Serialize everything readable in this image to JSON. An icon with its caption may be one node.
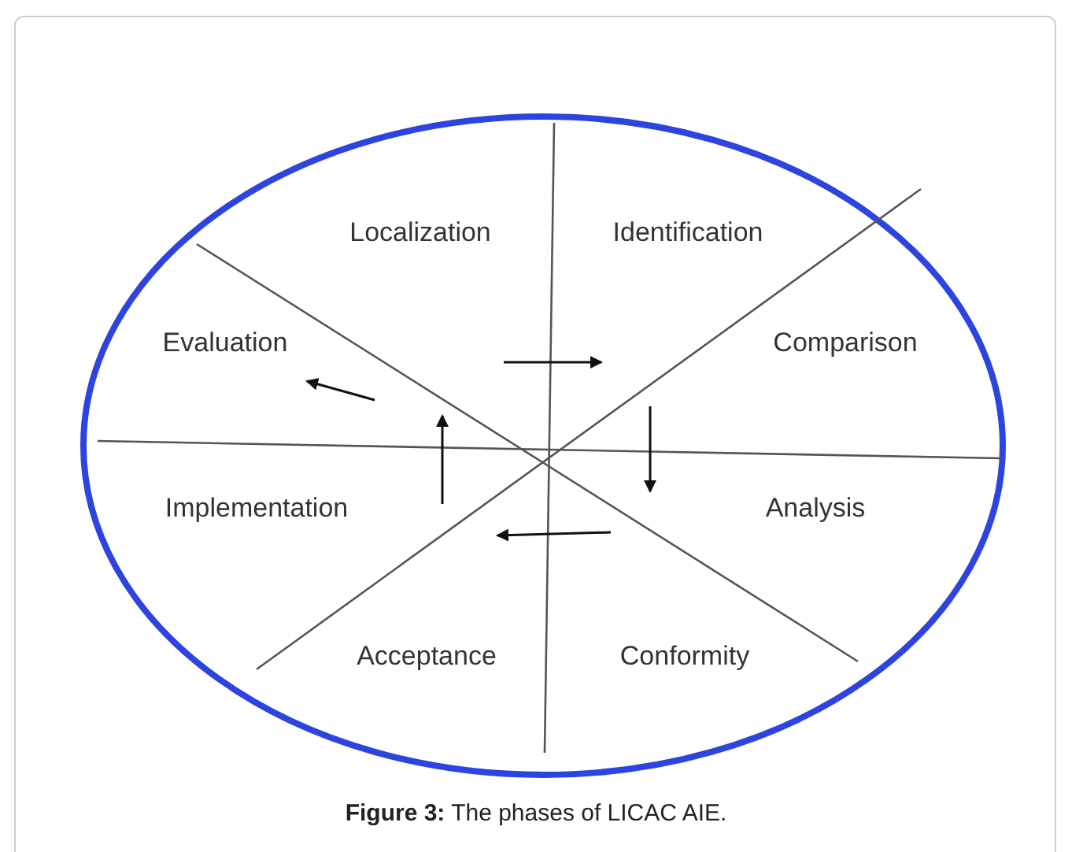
{
  "diagram": {
    "caption": "**Figure 3:** The phases of LICAC AIE.",
    "labels": [
      "Localization",
      "Identification",
      "Evaluation",
      "Comparison",
      "Implementation",
      "Analysis",
      "Acceptance",
      "Conformity"
    ]
  }
}
